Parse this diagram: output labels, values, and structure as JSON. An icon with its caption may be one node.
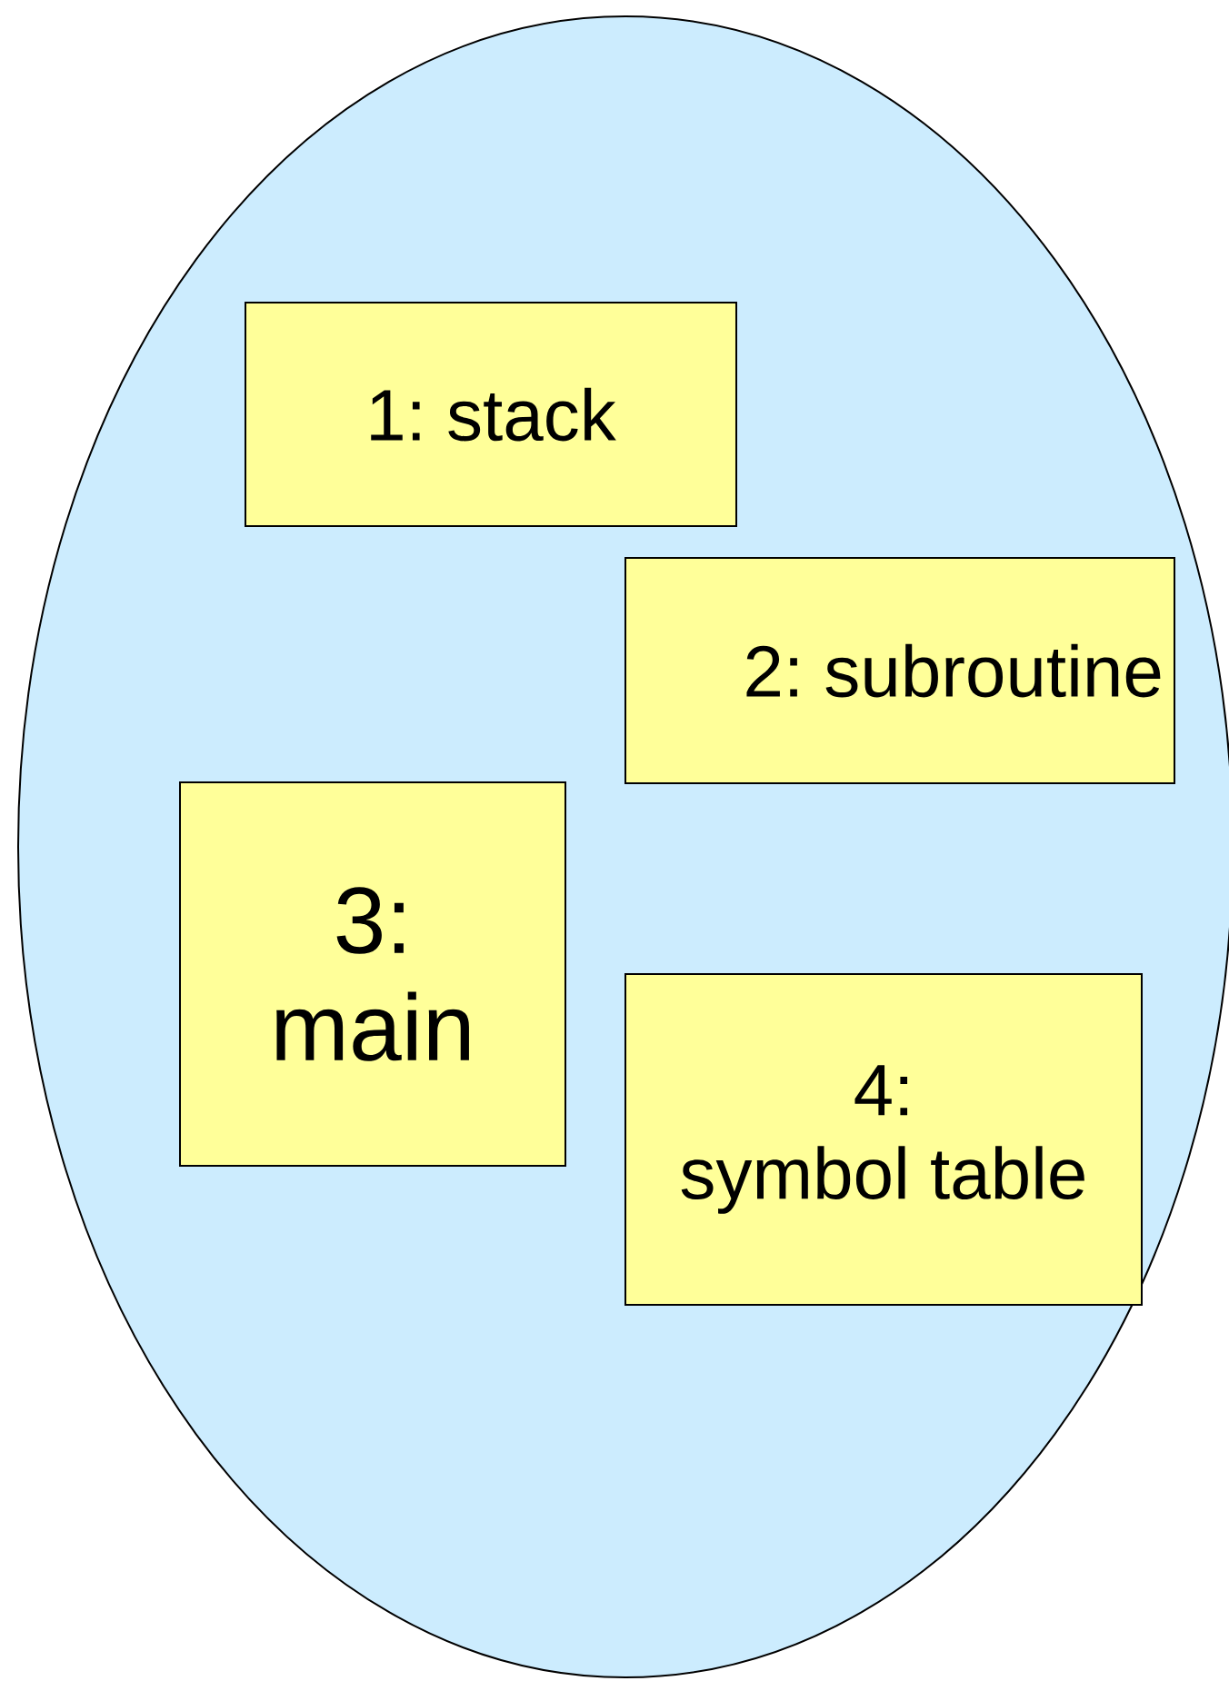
{
  "diagram": {
    "nodes": [
      {
        "text": [],
        "shape": "ellipse"
      },
      {
        "text": [
          "1: stack"
        ],
        "in": 0
      },
      {
        "text": [
          "2: subroutine"
        ],
        "in": 0
      },
      {
        "text": [
          "3: main"
        ],
        "in": 0
      },
      {
        "text": [
          "4: symbol table"
        ],
        "in": 0
      }
    ]
  }
}
